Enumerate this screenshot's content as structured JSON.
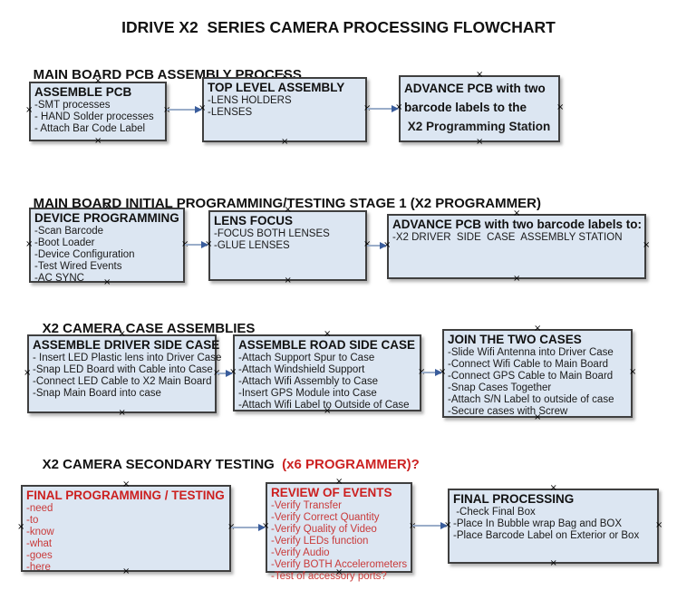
{
  "title": "IDRIVE X2  SERIES CAMERA PROCESSING FLOWCHART",
  "colors": {
    "box_fill": "#dce6f2",
    "box_border": "#3f3f3f",
    "arrow_line": "#9aadc9",
    "arrow_head": "#3a5d9c",
    "red_text": "#cc2222"
  },
  "sections": [
    {
      "header": "MAIN BOARD PCB ASSEMBLY PROCESS",
      "boxes": [
        {
          "title": "ASSEMBLE PCB",
          "lines": [
            "-SMT processes",
            "- HAND Solder processes",
            "- Attach Bar Code Label"
          ]
        },
        {
          "title": "TOP LEVEL ASSEMBLY",
          "lines": [
            "-LENS HOLDERS",
            "-LENSES"
          ]
        },
        {
          "title": "ADVANCE PCB with two barcode labels to the",
          "lines": [
            " X2 Programming Station"
          ]
        }
      ]
    },
    {
      "header": "MAIN BOARD INITIAL PROGRAMMING/TESTING STAGE 1 (X2 PROGRAMMER)",
      "boxes": [
        {
          "title": "DEVICE PROGRAMMING",
          "lines": [
            "-Scan Barcode",
            "-Boot Loader",
            "-Device Configuration",
            "-Test Wired Events",
            "-AC SYNC"
          ]
        },
        {
          "title": "LENS FOCUS",
          "lines": [
            "-FOCUS BOTH LENSES",
            "-GLUE LENSES"
          ]
        },
        {
          "title": "ADVANCE PCB with two barcode labels to:",
          "lines": [
            "-X2 DRIVER  SIDE  CASE  ASSEMBLY STATION"
          ]
        }
      ]
    },
    {
      "header": "X2 CAMERA CASE ASSEMBLIES",
      "boxes": [
        {
          "title": "ASSEMBLE DRIVER SIDE CASE",
          "lines": [
            "- Insert LED Plastic lens into Driver Case",
            "-Snap LED Board with Cable into Case",
            "-Connect LED Cable to X2 Main Board",
            "-Snap Main Board into case"
          ]
        },
        {
          "title": "ASSEMBLE ROAD SIDE CASE",
          "lines": [
            "-Attach Support Spur to Case",
            "-Attach Windshield Support",
            "-Attach Wifi Assembly to Case",
            "-Insert GPS Module into Case",
            "-Attach Wifi Label to Outside of Case"
          ]
        },
        {
          "title": "JOIN THE TWO CASES",
          "lines": [
            "-Slide Wifi Antenna into Driver Case",
            "-Connect Wifi Cable to Main Board",
            "-Connect GPS Cable to Main Board",
            "-Snap Cases Together",
            "-Attach S/N Label to outside of case",
            "-Secure cases with Screw"
          ]
        }
      ]
    },
    {
      "header": "X2 CAMERA SECONDARY TESTING ",
      "header_red": " (x6 PROGRAMMER)?",
      "boxes": [
        {
          "title": "FINAL PROGRAMMING / TESTING",
          "lines": [
            "-need",
            "-to",
            "-know",
            "-what",
            "-goes",
            "-here"
          ]
        },
        {
          "title": "REVIEW OF EVENTS",
          "lines": [
            "-Verify Transfer",
            "-Verify Correct Quantity",
            "-Verify Quality of Video",
            "-Verify LEDs function",
            "-Verify Audio",
            "-Verify BOTH Accelerometers",
            "-Test of accessory ports?"
          ]
        },
        {
          "title": "FINAL PROCESSING",
          "lines": [
            " -Check Final Box",
            "-Place In Bubble wrap Bag and BOX",
            "-Place Barcode Label on Exterior or Box"
          ]
        }
      ]
    }
  ]
}
